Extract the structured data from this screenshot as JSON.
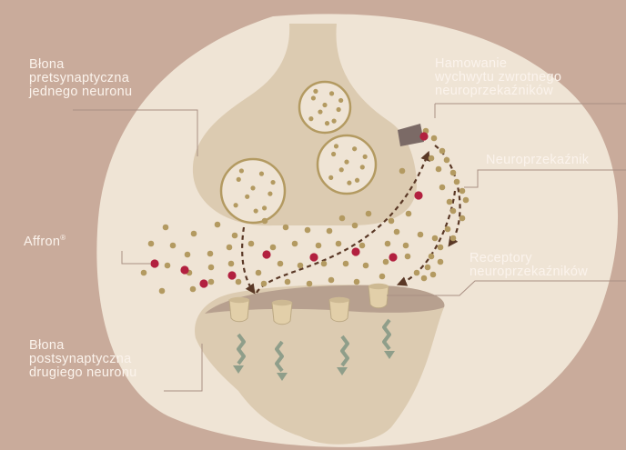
{
  "labels": {
    "presynaptic": [
      "Błona",
      "pretsynaptyczna",
      "jednego neuronu"
    ],
    "reuptake_inhibition": [
      "Hamowanie",
      "wychwytu zwrotnego",
      "neuroprzekaźników"
    ],
    "neurotransmitter": "Neuroprzekaźnik",
    "affron": "Affron",
    "affron_mark": "®",
    "receptors": [
      "Receptory",
      "neuroprzekaźników"
    ],
    "postsynaptic": [
      "Błona",
      "postsynaptyczna",
      "drugiego neuronu"
    ]
  },
  "colors": {
    "background": "#c9ab9b",
    "blob": "#efe4d5",
    "membrane": "#dccbb1",
    "neurotransmitter": "#b39a61",
    "affron": "#b2203f",
    "arrow": "#5a3826",
    "signal_arrow": "#8f9e8a",
    "label_text": "#fbf3ec",
    "leader_line": "#a98f83"
  }
}
